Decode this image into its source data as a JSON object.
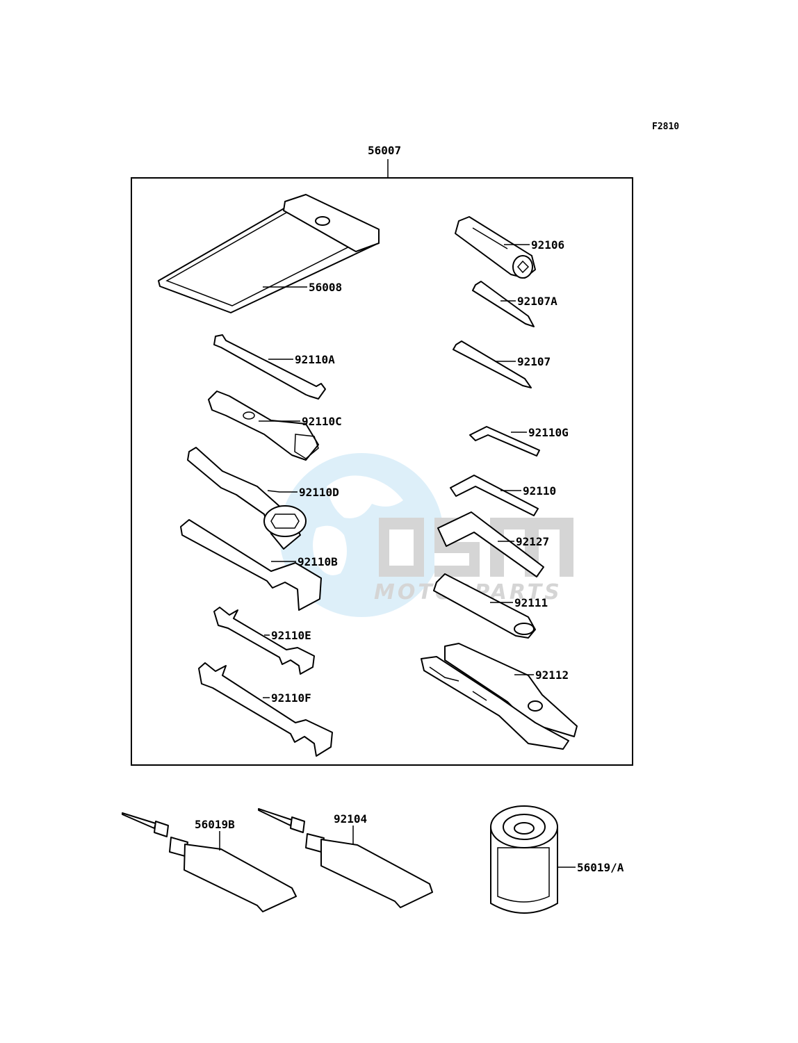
{
  "diagram_code": "F2810",
  "kit_label": "56007",
  "watermark": {
    "brand": "OSM",
    "tagline": "MOTORPARTS"
  },
  "parts": [
    {
      "id": "p-56008",
      "label": "56008",
      "name": "tool-bag"
    },
    {
      "id": "p-92110A",
      "label": "92110A",
      "name": "spanner-92110a"
    },
    {
      "id": "p-92110C",
      "label": "92110C",
      "name": "plug-wrench"
    },
    {
      "id": "p-92110D",
      "label": "92110D",
      "name": "ring-wrench"
    },
    {
      "id": "p-92110B",
      "label": "92110B",
      "name": "open-wrench-large"
    },
    {
      "id": "p-92110E",
      "label": "92110E",
      "name": "open-wrench-small"
    },
    {
      "id": "p-92110F",
      "label": "92110F",
      "name": "open-wrench-medium"
    },
    {
      "id": "p-92106",
      "label": "92106",
      "name": "screwdriver-handle"
    },
    {
      "id": "p-92107A",
      "label": "92107A",
      "name": "screwdriver-bit-a"
    },
    {
      "id": "p-92107",
      "label": "92107",
      "name": "screwdriver-bit"
    },
    {
      "id": "p-92110G",
      "label": "92110G",
      "name": "hex-key-small"
    },
    {
      "id": "p-92110",
      "label": "92110",
      "name": "hex-key-medium"
    },
    {
      "id": "p-92127",
      "label": "92127",
      "name": "hex-key-large"
    },
    {
      "id": "p-92111",
      "label": "92111",
      "name": "extension-bar"
    },
    {
      "id": "p-92112",
      "label": "92112",
      "name": "pliers"
    },
    {
      "id": "p-56019B",
      "label": "56019B",
      "name": "grease-tube-b"
    },
    {
      "id": "p-92104",
      "label": "92104",
      "name": "grease-tube"
    },
    {
      "id": "p-56019A",
      "label": "56019/A",
      "name": "oil-can"
    }
  ]
}
